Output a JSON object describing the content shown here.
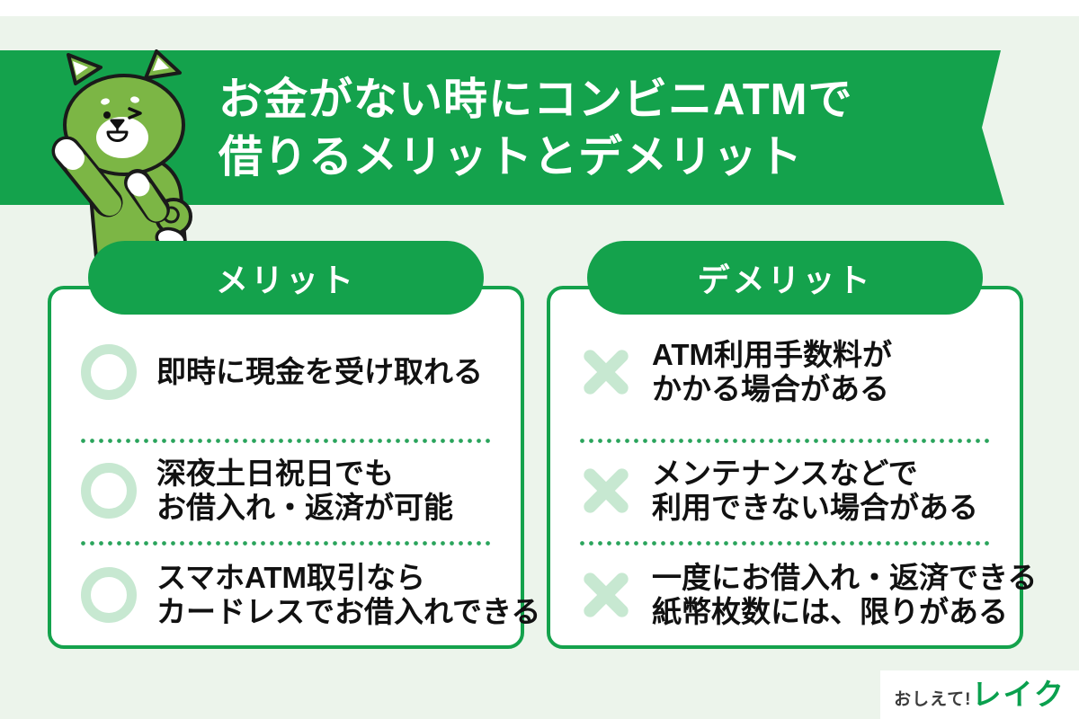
{
  "banner": {
    "title_line1": "お金がない時にコンビニATMで",
    "title_line2": "借りるメリットとデメリット",
    "background_color": "#14a24c",
    "text_color": "#ffffff"
  },
  "mascot": {
    "description": "green-shiba-dog-mascot-winking-and-waving",
    "body_color": "#7cb645",
    "outline_color": "#1a1a1a"
  },
  "merits": {
    "heading": "メリット",
    "icon": "circle-icon",
    "icon_color": "#c7e8d1",
    "items": [
      {
        "line1": "即時に現金を受け取れる",
        "line2": ""
      },
      {
        "line1": "深夜土日祝日でも",
        "line2": "お借入れ・返済が可能"
      },
      {
        "line1": "スマホATM取引なら",
        "line2": "カードレスでお借入れできる"
      }
    ]
  },
  "demerits": {
    "heading": "デメリット",
    "icon": "cross-icon",
    "icon_color": "#c7e8d1",
    "items": [
      {
        "line1": "ATM利用手数料が",
        "line2": "かかる場合がある"
      },
      {
        "line1": "メンテナンスなどで",
        "line2": "利用できない場合がある"
      },
      {
        "line1": "一度にお借入れ・返済できる",
        "line2": "紙幣枚数には、限りがある"
      }
    ]
  },
  "logo": {
    "prefix": "おしえて!",
    "brand": "レイク",
    "prefix_color": "#3c3c3c",
    "brand_color": "#0aa04e"
  },
  "colors": {
    "page_background": "#ecf4eb",
    "accent_green": "#14a24c",
    "pale_icon_green": "#c7e8d1",
    "dotted_line_green": "#2aa45c",
    "text_black": "#111111"
  }
}
